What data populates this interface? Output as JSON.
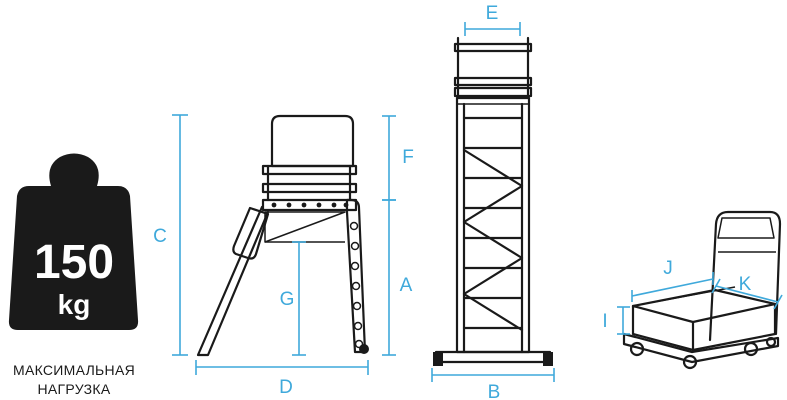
{
  "load": {
    "value": "150",
    "unit": "kg",
    "caption_line1": "МАКСИМАЛЬНАЯ",
    "caption_line2": "НАГРУЗКА"
  },
  "dimensions": {
    "a": "A",
    "b": "B",
    "c": "C",
    "d": "D",
    "e": "E",
    "f": "F",
    "g": "G",
    "i": "I",
    "j": "J",
    "k": "K"
  },
  "colors": {
    "ink": "#1a1a1a",
    "dimension": "#3fa9db",
    "background": "#ffffff"
  },
  "icons": [
    "weight-icon",
    "ladder-side-view",
    "ladder-front-view",
    "cargo-box-dimensions"
  ]
}
